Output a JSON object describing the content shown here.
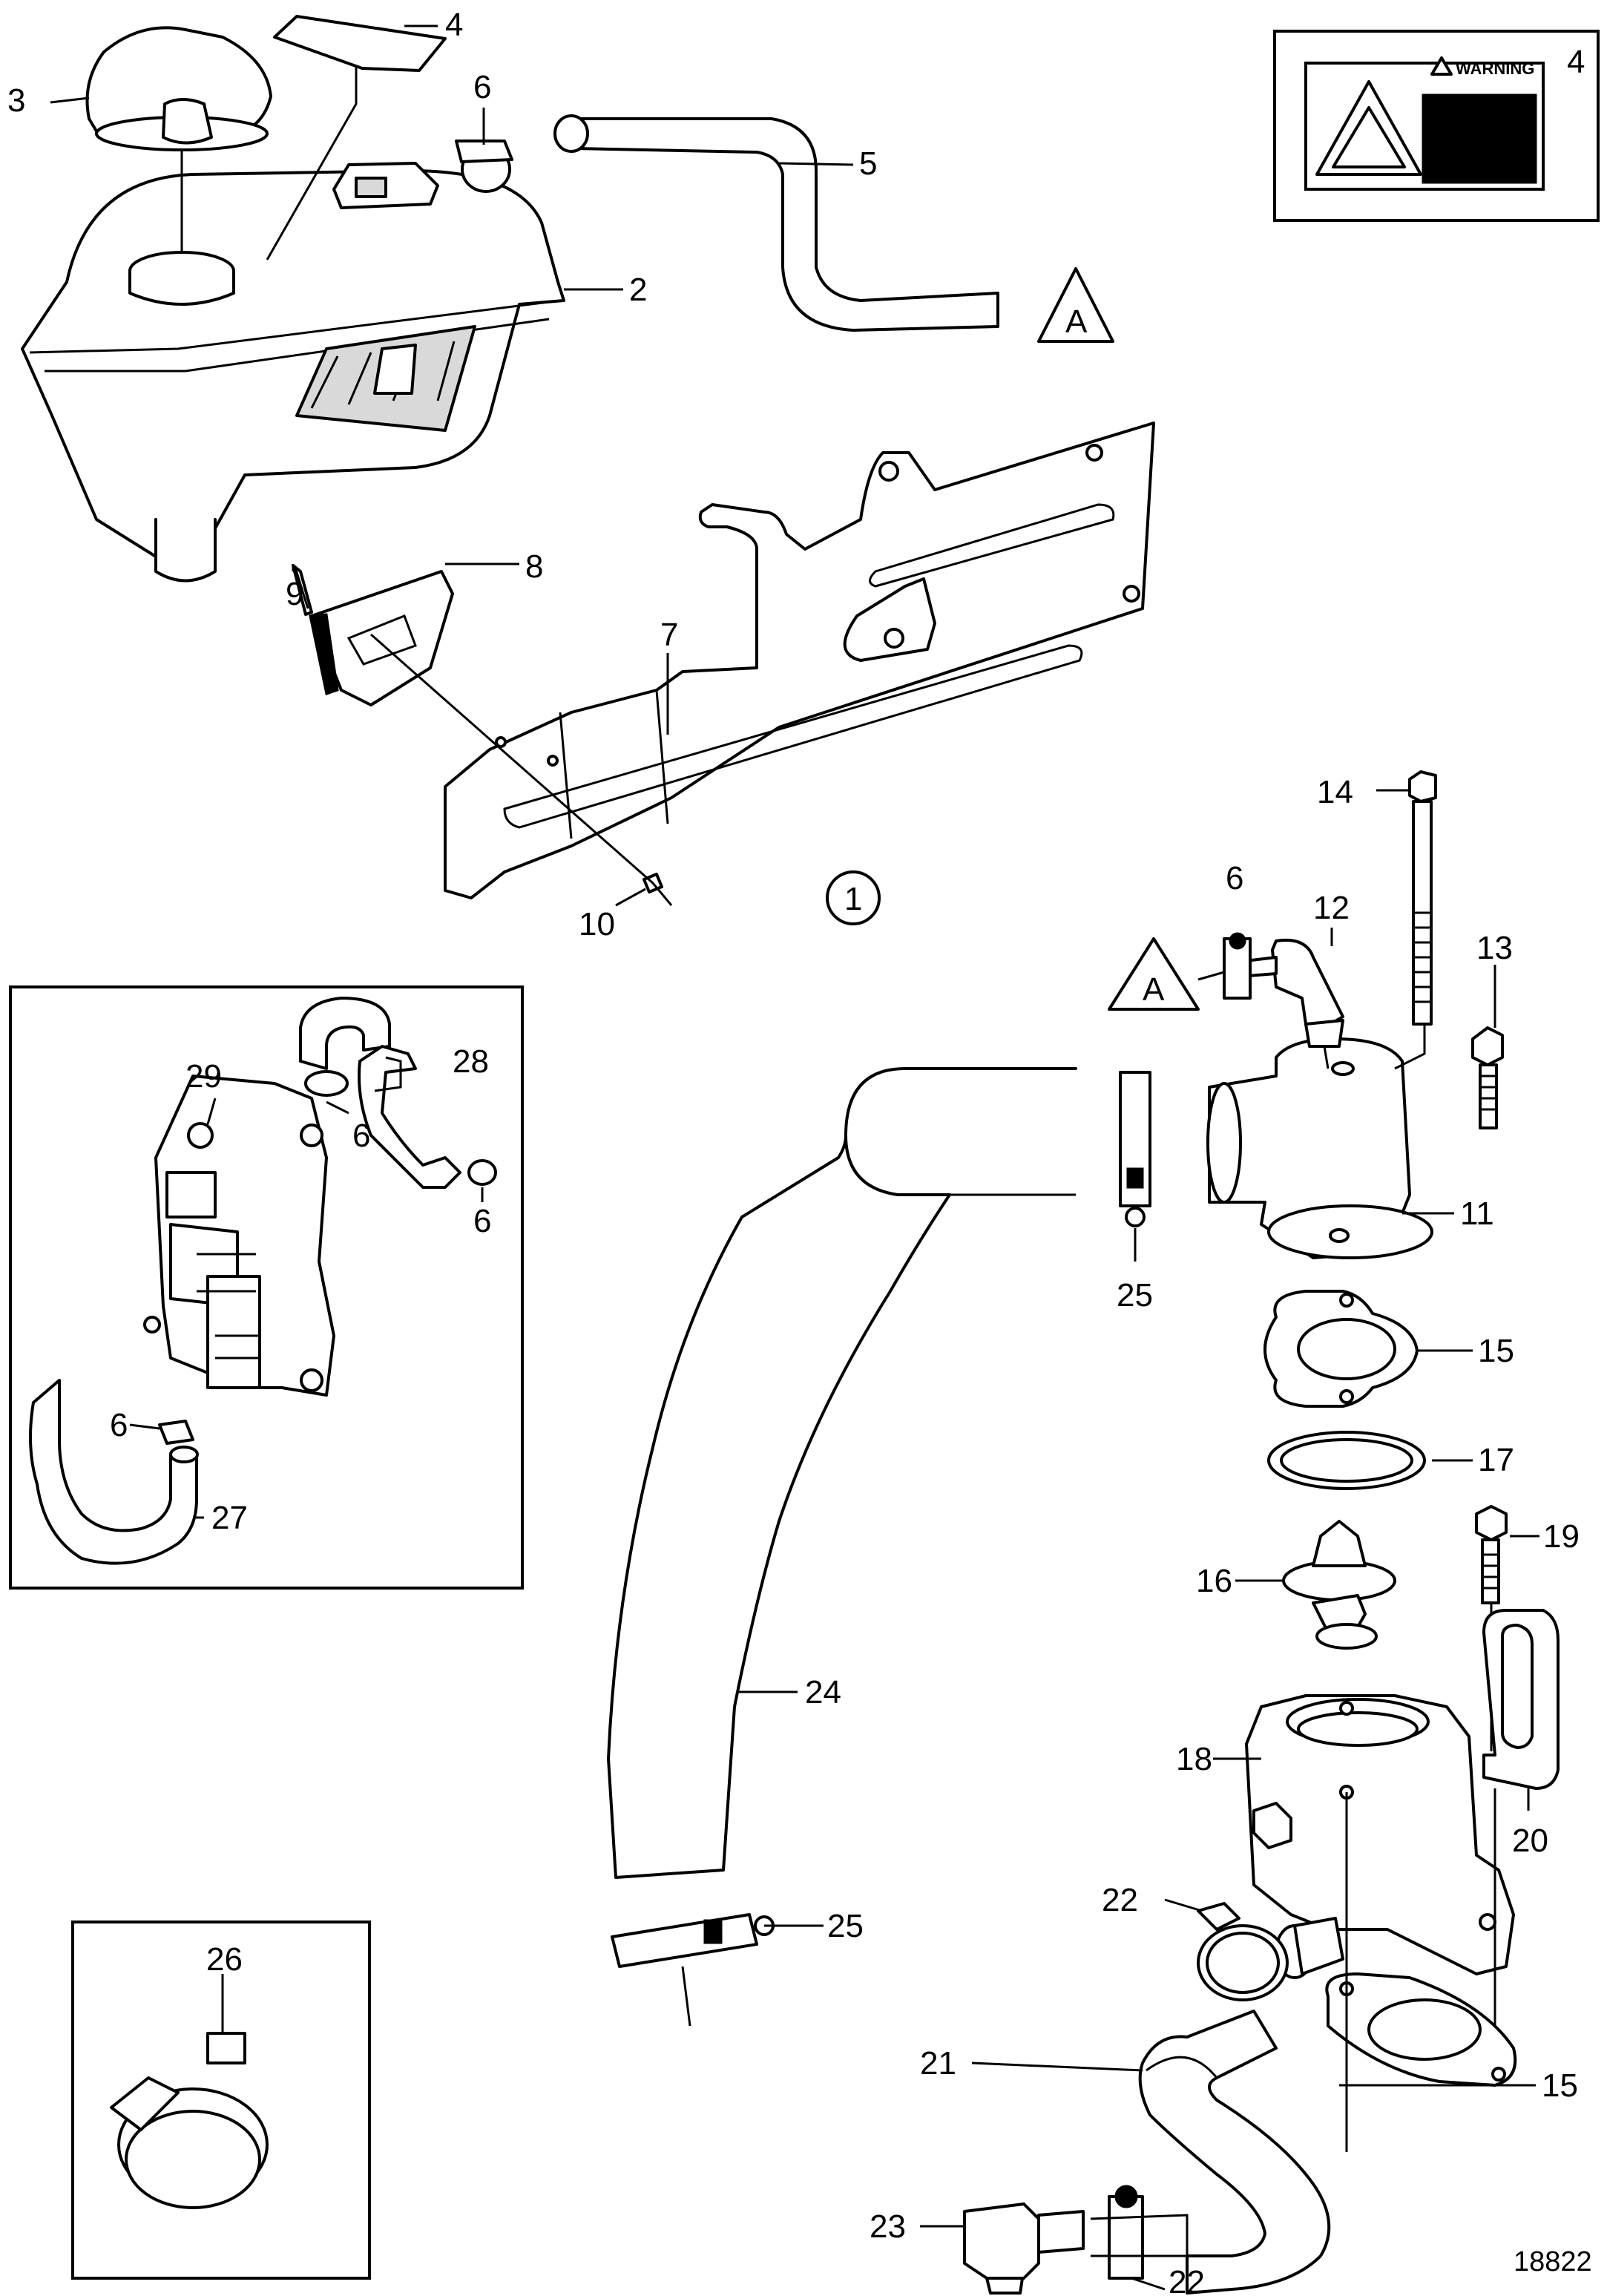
{
  "drawing": {
    "reference_number": "18822",
    "assembly_number": "1",
    "connection_label": "A",
    "warning_label_text": "WARNING"
  },
  "callouts": {
    "c2": "2",
    "c3": "3",
    "c4a": "4",
    "c4b": "4",
    "c5": "5",
    "c6a": "6",
    "c6b": "6",
    "c6c": "6",
    "c6d": "6",
    "c6e": "6",
    "c7": "7",
    "c8": "8",
    "c9": "9",
    "c10": "10",
    "c11": "11",
    "c12": "12",
    "c13": "13",
    "c14": "14",
    "c15a": "15",
    "c15b": "15",
    "c16": "16",
    "c17": "17",
    "c18": "18",
    "c19": "19",
    "c20": "20",
    "c21": "21",
    "c22a": "22",
    "c22b": "22",
    "c23": "23",
    "c24": "24",
    "c25a": "25",
    "c25b": "25",
    "c26": "26",
    "c27": "27",
    "c28": "28",
    "c29": "29"
  }
}
